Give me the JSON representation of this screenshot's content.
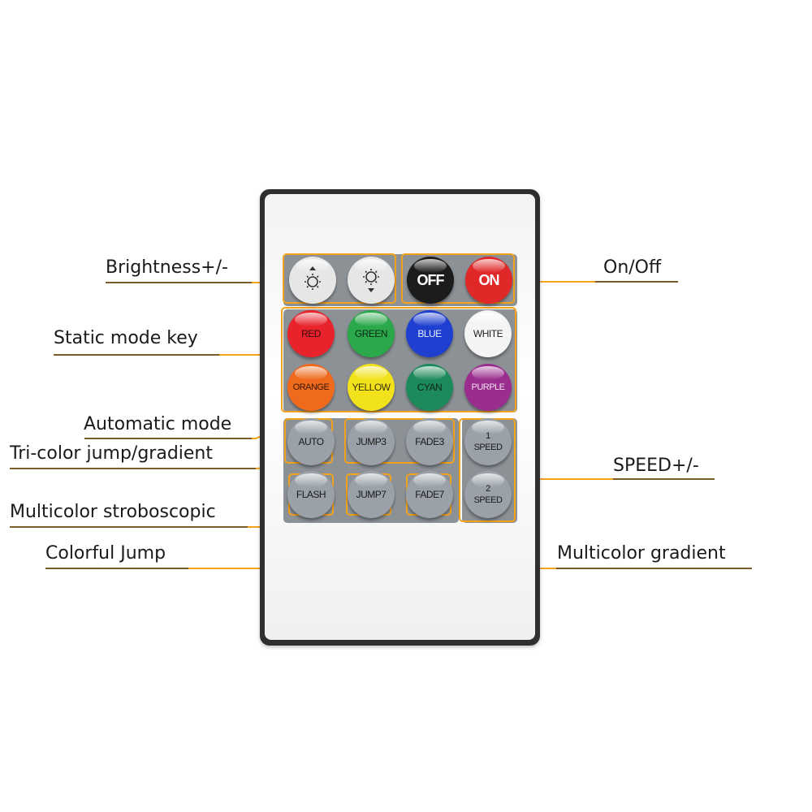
{
  "labels": {
    "brightness": "Brightness+/-",
    "onoff": "On/Off",
    "static": "Static mode key",
    "auto": "Automatic mode",
    "tricolor": "Tri-color jump/gradient",
    "speed": "SPEED+/-",
    "strobe": "Multicolor stroboscopic",
    "jump": "Colorful Jump",
    "gradient": "Multicolor gradient"
  },
  "buttons": {
    "off": "OFF",
    "on": "ON",
    "red": "RED",
    "green": "GREEN",
    "blue": "BLUE",
    "white": "WHITE",
    "orange": "ORANGE",
    "yellow": "YELLOW",
    "cyan": "CYAN",
    "purple": "PURPLE",
    "auto": "AUTO",
    "jump3": "JUMP3",
    "fade3": "FADE3",
    "flash": "FLASH",
    "jump7": "JUMP7",
    "fade7": "FADE7",
    "speed1_num": "1",
    "speed1_word": "SPEED",
    "speed2_num": "2",
    "speed2_word": "SPEED"
  },
  "icons": {
    "brightness_up": "brightness-up-icon",
    "brightness_down": "brightness-down-icon"
  },
  "colors": {
    "accent": "#f3a21c",
    "red": "#e8232b",
    "green": "#2aa84a",
    "blue": "#1e3fd0",
    "white": "#f4f4f4",
    "orange": "#f06a1e",
    "yellow": "#f2e21c",
    "cyan": "#1d8a5c",
    "purple": "#9a2d8e",
    "grey": "#9aa1a8"
  }
}
